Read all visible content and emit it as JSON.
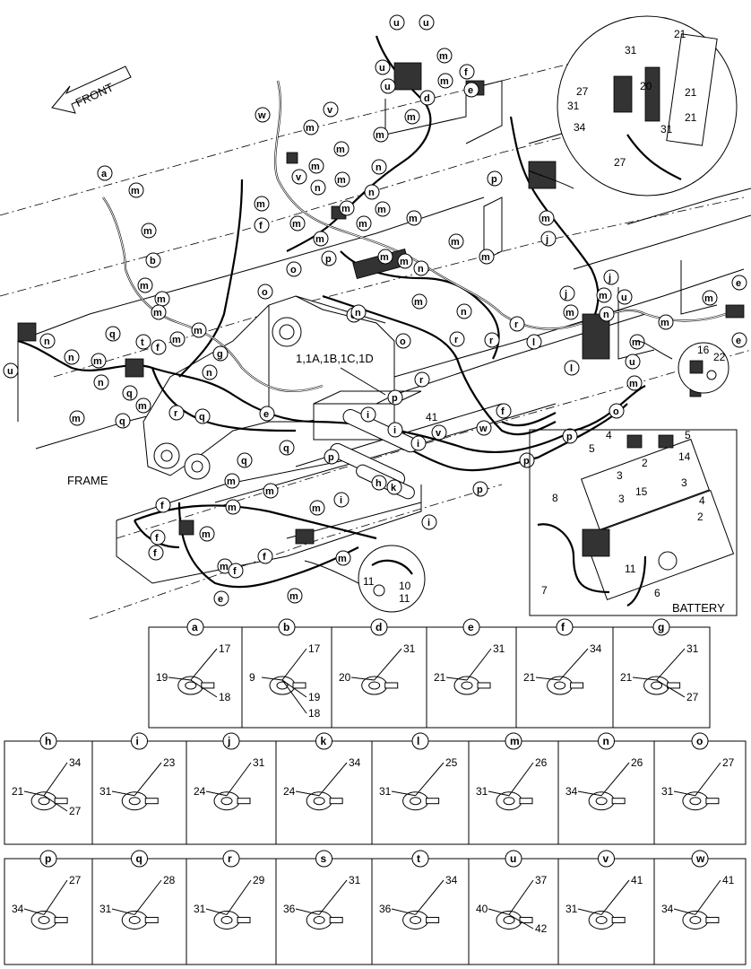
{
  "front_label": "FRONT",
  "frame_label": "FRAME",
  "main_callout_label": "1,1A,1B,1C,1D",
  "battery_label": "BATTERY",
  "callouts": {
    "a": "a",
    "b": "b",
    "d": "d",
    "e": "e",
    "f": "f",
    "g": "g",
    "h": "h",
    "i": "i",
    "j": "j",
    "k": "k",
    "l": "l",
    "m": "m",
    "n": "n",
    "o": "o",
    "p": "p",
    "q": "q",
    "r": "r",
    "s": "s",
    "t": "t",
    "u": "u",
    "v": "v",
    "w": "w"
  },
  "part_numbers": {
    "p2": "2",
    "p3": "3",
    "p4": "4",
    "p5": "5",
    "p6": "6",
    "p7": "7",
    "p8": "8",
    "p9": "9",
    "p10": "10",
    "p11": "11",
    "p14": "14",
    "p15": "15",
    "p16": "16",
    "p17": "17",
    "p18": "18",
    "p19": "19",
    "p20": "20",
    "p21": "21",
    "p22": "22",
    "p23": "23",
    "p24": "24",
    "p25": "25",
    "p26": "26",
    "p27": "27",
    "p28": "28",
    "p29": "29",
    "p31": "31",
    "p34": "34",
    "p36": "36",
    "p37": "37",
    "p40": "40",
    "p41": "41",
    "p42": "42"
  },
  "detail_row1": [
    {
      "letter": "a",
      "parts": [
        "17",
        "19",
        "18"
      ]
    },
    {
      "letter": "b",
      "parts": [
        "17",
        "9",
        "19",
        "18"
      ]
    },
    {
      "letter": "d",
      "parts": [
        "31",
        "20"
      ]
    },
    {
      "letter": "e",
      "parts": [
        "31",
        "21"
      ]
    },
    {
      "letter": "f",
      "parts": [
        "34",
        "21"
      ]
    },
    {
      "letter": "g",
      "parts": [
        "31",
        "21",
        "27"
      ]
    }
  ],
  "detail_row2": [
    {
      "letter": "h",
      "parts": [
        "34",
        "21",
        "27"
      ]
    },
    {
      "letter": "i",
      "parts": [
        "23",
        "31"
      ]
    },
    {
      "letter": "j",
      "parts": [
        "31",
        "24"
      ]
    },
    {
      "letter": "k",
      "parts": [
        "34",
        "24"
      ]
    },
    {
      "letter": "l",
      "parts": [
        "25",
        "31"
      ]
    },
    {
      "letter": "m",
      "parts": [
        "26",
        "31"
      ]
    },
    {
      "letter": "n",
      "parts": [
        "26",
        "34"
      ]
    },
    {
      "letter": "o",
      "parts": [
        "27",
        "31"
      ]
    }
  ],
  "detail_row3": [
    {
      "letter": "p",
      "parts": [
        "27",
        "34"
      ]
    },
    {
      "letter": "q",
      "parts": [
        "28",
        "31"
      ]
    },
    {
      "letter": "r",
      "parts": [
        "29",
        "31"
      ]
    },
    {
      "letter": "s",
      "parts": [
        "31",
        "36"
      ]
    },
    {
      "letter": "t",
      "parts": [
        "34",
        "36"
      ]
    },
    {
      "letter": "u",
      "parts": [
        "37",
        "40",
        "42"
      ]
    },
    {
      "letter": "v",
      "parts": [
        "41",
        "31"
      ]
    },
    {
      "letter": "w",
      "parts": [
        "41",
        "34"
      ]
    }
  ]
}
